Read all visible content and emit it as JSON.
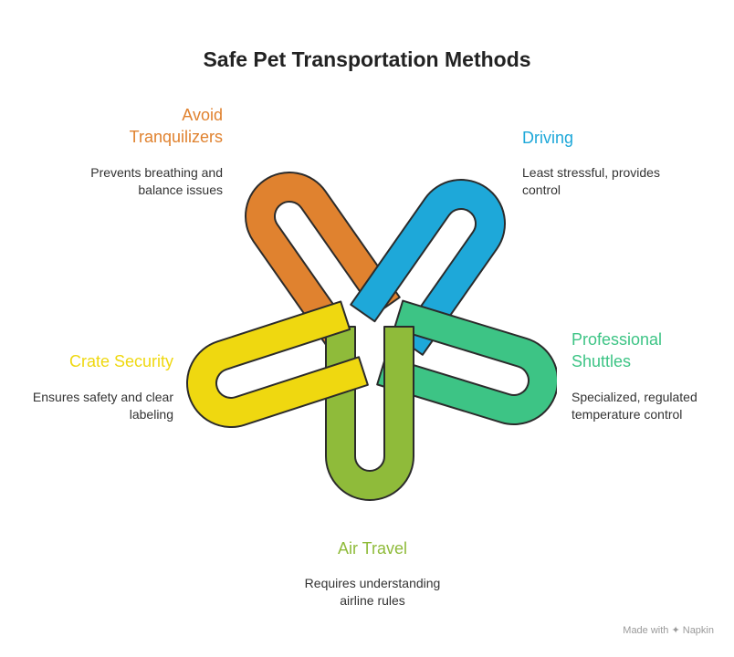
{
  "title": "Safe Pet Transportation Methods",
  "items": [
    {
      "key": "avoid",
      "heading": "Avoid Tranquilizers",
      "heading_lines": [
        "Avoid",
        "Tranquilizers"
      ],
      "desc_lines": [
        "Prevents breathing and",
        "balance issues"
      ],
      "color": "#E0822F"
    },
    {
      "key": "driving",
      "heading": "Driving",
      "heading_lines": [
        "Driving"
      ],
      "desc_lines": [
        "Least stressful, provides",
        "control"
      ],
      "color": "#1EA8D9"
    },
    {
      "key": "shuttles",
      "heading": "Professional Shuttles",
      "heading_lines": [
        "Professional",
        "Shuttles"
      ],
      "desc_lines": [
        "Specialized, regulated",
        "temperature control"
      ],
      "color": "#3DC485"
    },
    {
      "key": "air",
      "heading": "Air Travel",
      "heading_lines": [
        "Air Travel"
      ],
      "desc_lines": [
        "Requires understanding",
        "airline rules"
      ],
      "color": "#8FBB3A"
    },
    {
      "key": "crate",
      "heading": "Crate Security",
      "heading_lines": [
        "Crate Security"
      ],
      "desc_lines": [
        "Ensures safety and clear",
        "labeling"
      ],
      "color": "#EFD810"
    }
  ],
  "watermark": "Made with ✦ Napkin"
}
